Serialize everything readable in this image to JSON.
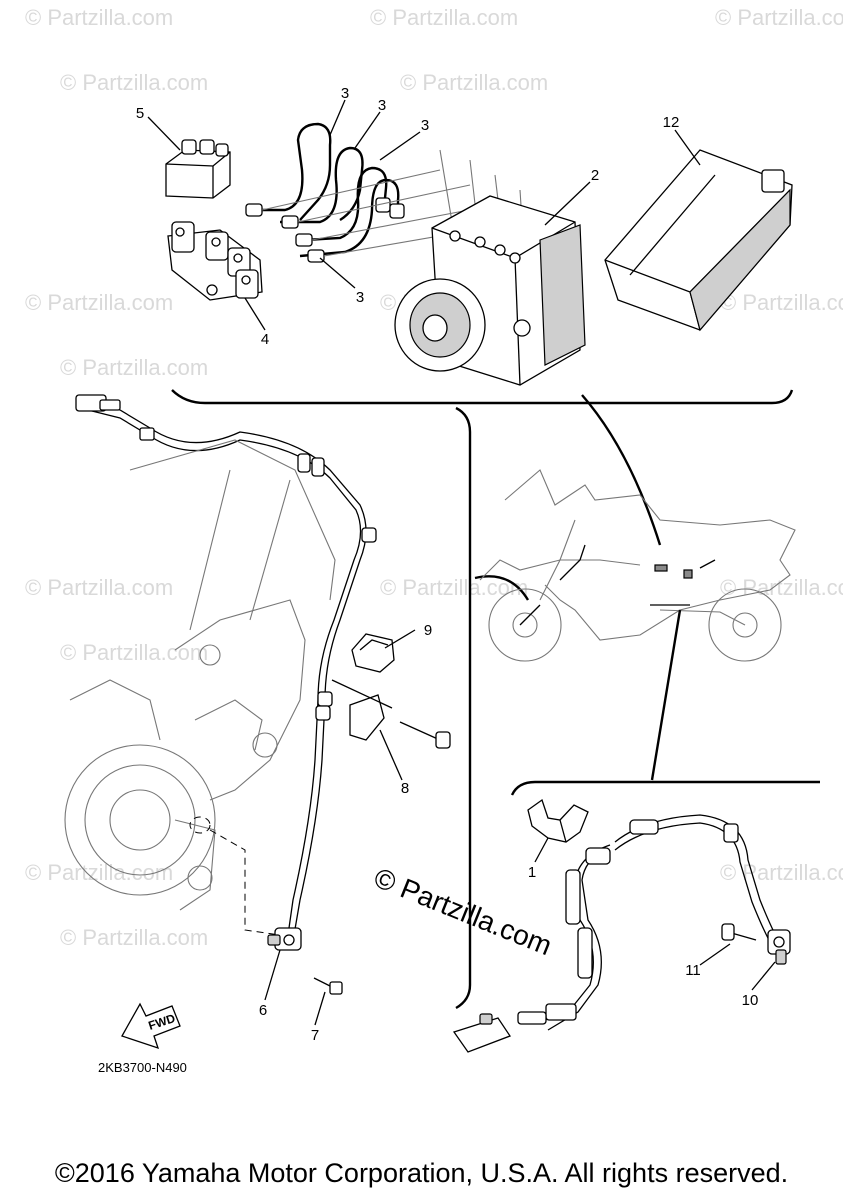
{
  "diagram_code": "2KB3700-N490",
  "fwd_label": "FWD",
  "watermark": "© Partzilla.com",
  "center_watermark": "© Partzilla.com",
  "callouts": [
    "5",
    "3",
    "3",
    "3",
    "12",
    "2",
    "3",
    "4",
    "9",
    "8",
    "1",
    "11",
    "10",
    "6",
    "7"
  ],
  "copyright": "©2016 Yamaha Motor Corporation, U.S.A. All rights reserved."
}
